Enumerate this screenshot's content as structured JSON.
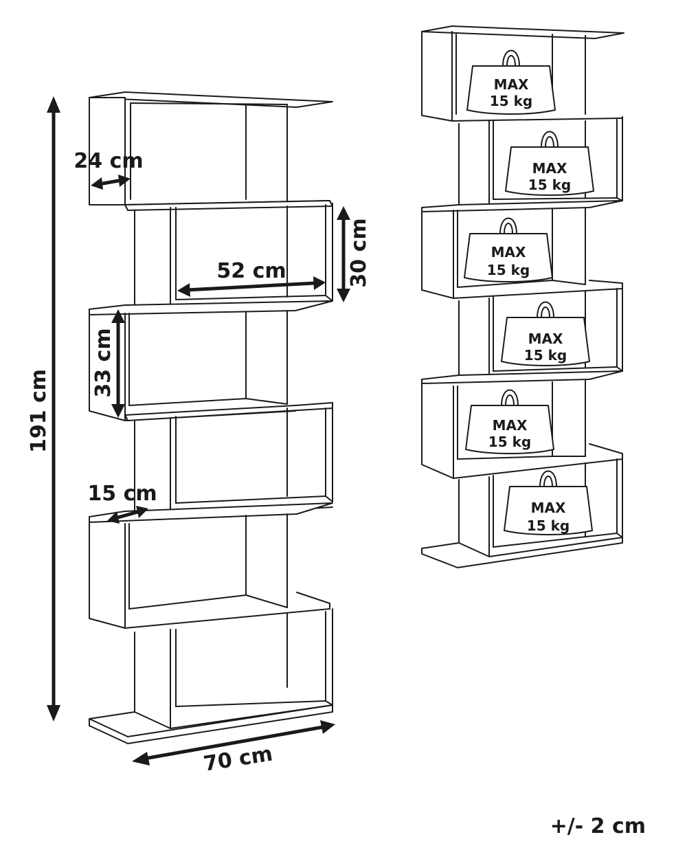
{
  "dimensions": {
    "height": "191 cm",
    "width": "70 cm",
    "depth_top": "24 cm",
    "shelf_inner_width": "52 cm",
    "shelf_height_upper": "30 cm",
    "shelf_height_lower": "33 cm",
    "depth_lower": "15 cm"
  },
  "weight_tag": {
    "line1": "MAX",
    "line2": "15 kg"
  },
  "tolerance": "+/- 2 cm"
}
